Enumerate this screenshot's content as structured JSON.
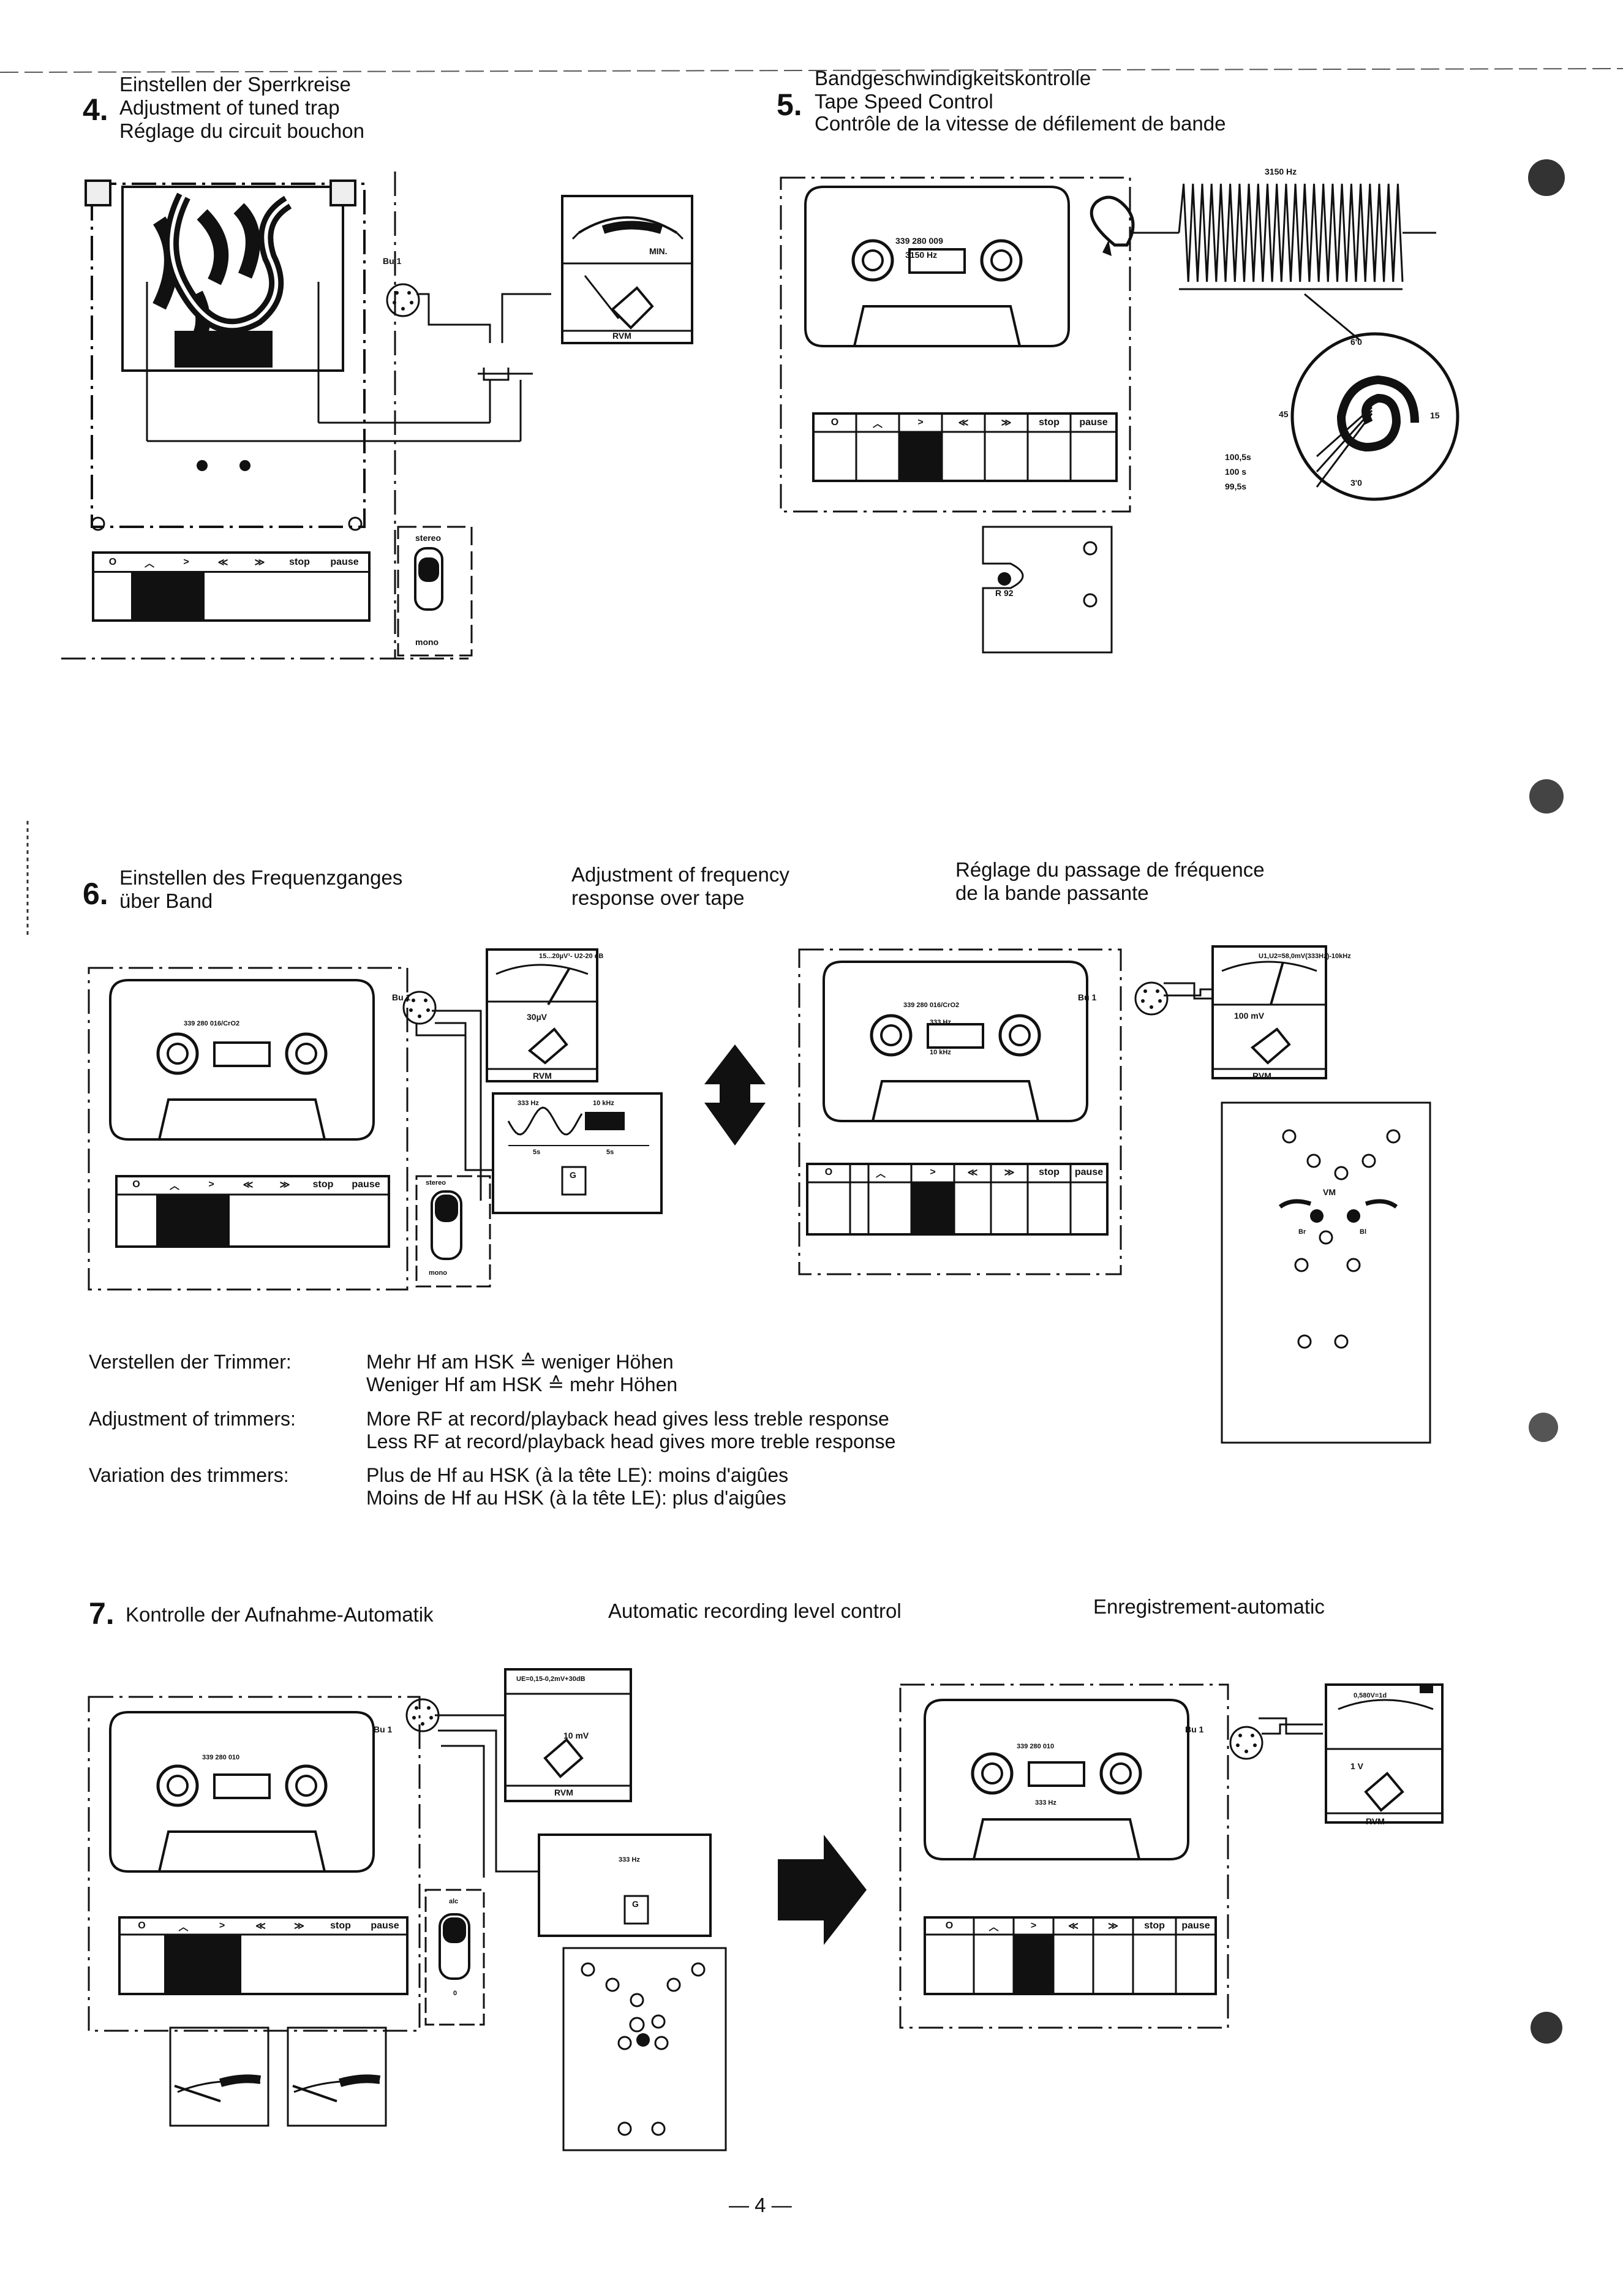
{
  "section4": {
    "number": "4.",
    "title_de": "Einstellen der Sperrkreise",
    "title_en": "Adjustment of tuned trap",
    "title_fr": "Réglage du circuit bouchon",
    "socket_label": "Bu 1",
    "meter_min": "MIN.",
    "meter_name": "RVM",
    "switch_top": "stereo",
    "switch_bottom": "mono"
  },
  "section5": {
    "number": "5.",
    "title_de": "Bandgeschwindigkeitskontrolle",
    "title_en": "Tape Speed Control",
    "title_fr": "Contrôle de la vitesse de défilement de bande",
    "cassette_number": "339 280 009",
    "cassette_freq": "3150 Hz",
    "signal_freq": "3150 Hz",
    "dial_top": "6'0",
    "dial_left": "45",
    "dial_right": "15",
    "dial_bottom": "3'0",
    "dial_values": [
      "100,5s",
      "100  s",
      "99,5s"
    ],
    "trim_label": "R 92"
  },
  "section6": {
    "number": "6.",
    "title_de_line1": "Einstellen des Frequenzganges",
    "title_de_line2": "über Band",
    "title_en_line1": "Adjustment of frequency",
    "title_en_line2": "response over tape",
    "title_fr_line1": "Réglage du passage de fréquence",
    "title_fr_line2": "de la bande passante",
    "left": {
      "cassette_number": "339 280 016/CrO2",
      "socket_label": "Bu 1",
      "meter_scale": "15...20µV¹- U2-20 dB",
      "meter_value": "30µV",
      "meter_name": "RVM",
      "gen_freq_low": "333 Hz",
      "gen_freq_high": "10 kHz",
      "gen_time": "5s",
      "gen_label": "G",
      "switch_top": "stereo",
      "switch_bottom": "mono"
    },
    "right": {
      "cassette_number": "339 280 016/CrO2",
      "cassette_freq_1": "333 Hz",
      "cassette_freq_2": "10 kHz",
      "socket_label": "Bu 1",
      "meter_scale": "U1,U2=58,0mV(333Hz)-10kHz",
      "meter_value": "100 mV",
      "meter_name": "RVM",
      "board_label": "VM",
      "trim_left": "Br",
      "trim_right": "Bl"
    }
  },
  "trimmers": {
    "rows": [
      {
        "label": "Verstellen der Trimmer:",
        "line1": "Mehr Hf am HSK ≙ weniger Höhen",
        "line2": "Weniger Hf am HSK ≙ mehr Höhen"
      },
      {
        "label": "Adjustment of trimmers:",
        "line1": "More RF at record/playback head gives less treble response",
        "line2": "Less RF at record/playback head gives more treble response"
      },
      {
        "label": "Variation des trimmers:",
        "line1": "Plus de Hf au HSK (à la tête LE): moins d'aigûes",
        "line2": "Moins de Hf au HSK (à la tête LE): plus d'aigûes"
      }
    ]
  },
  "section7": {
    "number": "7.",
    "title_de": "Kontrolle der Aufnahme-Automatik",
    "title_en": "Automatic recording level control",
    "title_fr": "Enregistrement-automatic",
    "left": {
      "cassette_number": "339 280 010",
      "socket_label": "Bu 1",
      "meter_scale": "UE=0,15-0,2mV+30dB",
      "meter_value": "10 mV",
      "meter_name": "RVM",
      "gen_freq": "333 Hz",
      "gen_label": "G",
      "switch_top": "alc",
      "switch_bottom": "0"
    },
    "right": {
      "cassette_number": "339 280 010",
      "cassette_freq": "333 Hz",
      "socket_label": "Bu 1",
      "meter_scale": "0,580V=1d",
      "meter_value": "1 V",
      "meter_name": "RVM"
    }
  },
  "keys": [
    "O",
    "︿",
    ">",
    "≪",
    "≫",
    "stop",
    "pause"
  ],
  "page_number": "— 4 —"
}
